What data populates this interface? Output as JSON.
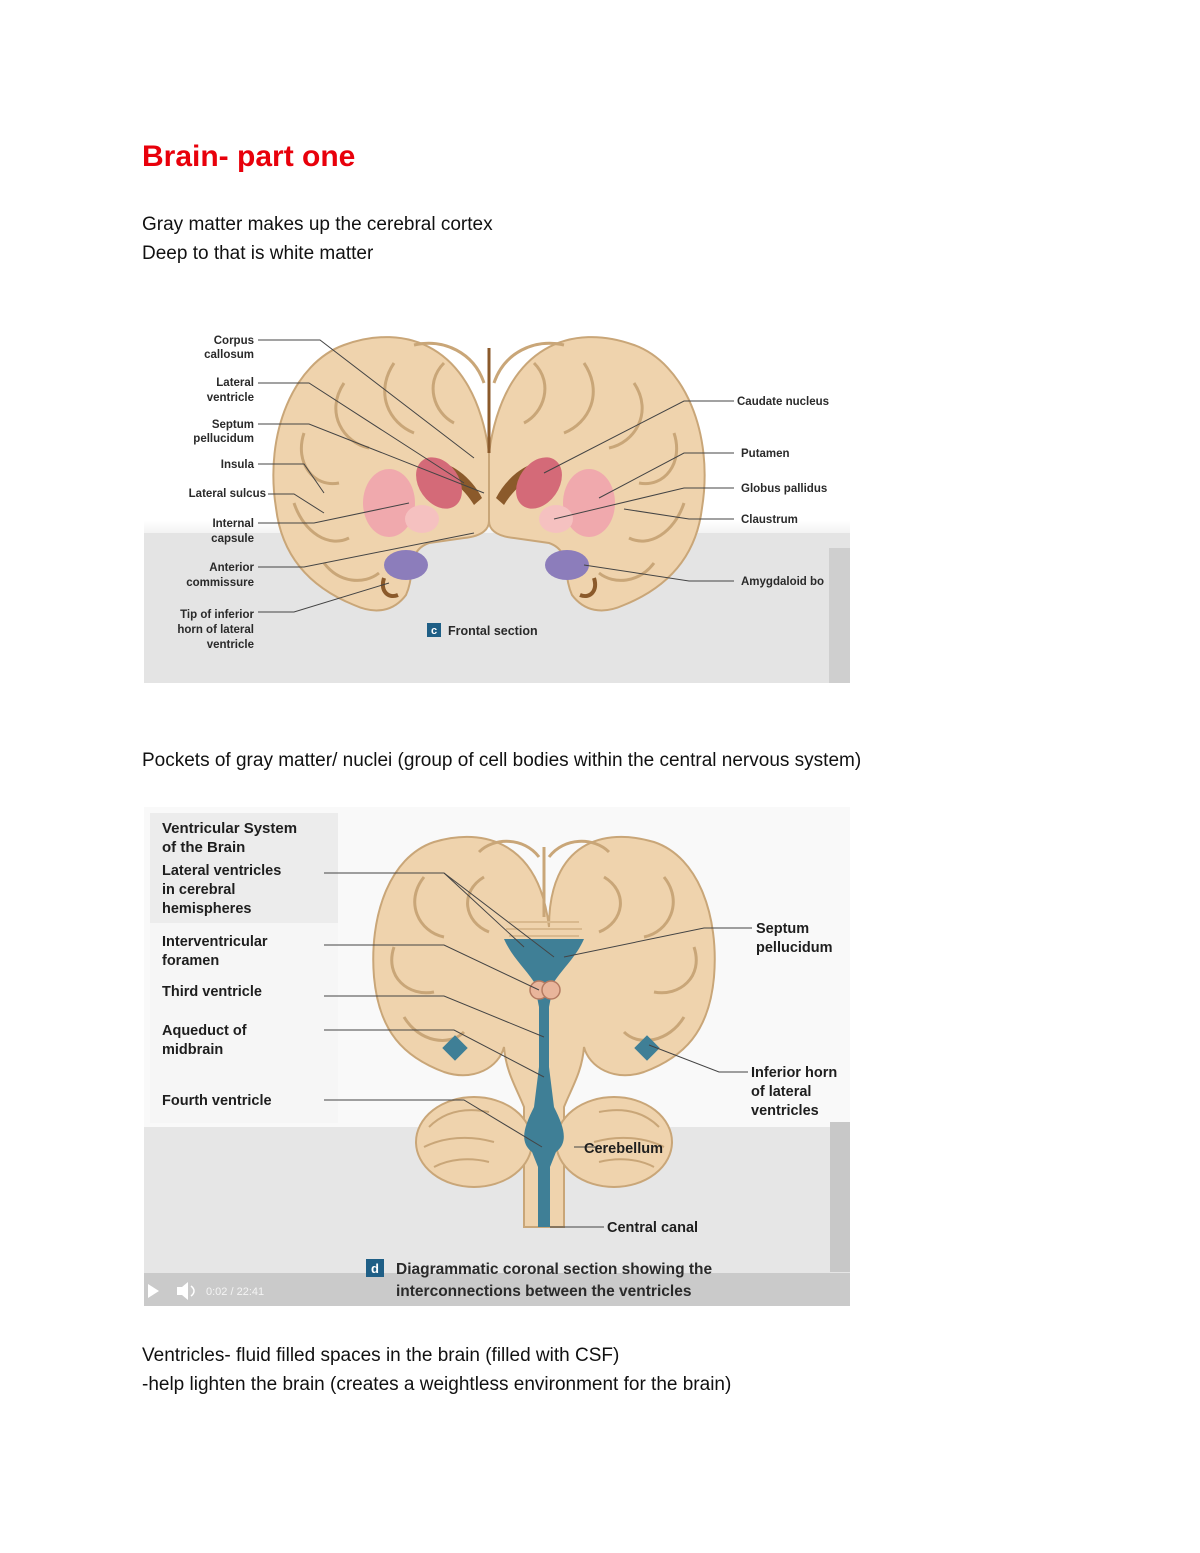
{
  "title": "Brain- part one",
  "paragraphs": {
    "p1_line1": "Gray matter makes up the cerebral cortex",
    "p1_line2": "Deep to that is white matter",
    "p2": "Pockets of gray matter/ nuclei (group of cell bodies within the central nervous system)",
    "p3_line1": "Ventricles- fluid filled spaces in the brain (filled with CSF)",
    "p3_line2": "-help lighten the brain (creates a weightless environment for the brain)"
  },
  "figure1": {
    "caption_letter": "c",
    "caption": "Frontal section",
    "labels_left": {
      "corpus_1": "Corpus",
      "corpus_2": "callosum",
      "lv_1": "Lateral",
      "lv_2": "ventricle",
      "septum_1": "Septum",
      "septum_2": "pellucidum",
      "insula": "Insula",
      "sulcus": "Lateral sulcus",
      "ic_1": "Internal",
      "ic_2": "capsule",
      "ac_1": "Anterior",
      "ac_2": "commissure",
      "tip_1": "Tip of inferior",
      "tip_2": "horn of lateral",
      "tip_3": "ventricle"
    },
    "labels_right": {
      "caudate": "Caudate nucleus",
      "putamen": "Putamen",
      "globus": "Globus pallidus",
      "claustrum": "Claustrum",
      "amygdaloid": "Amygdaloid bo"
    }
  },
  "figure2": {
    "box_title_1": "Ventricular System",
    "box_title_2": "of the Brain",
    "labels_left": {
      "lv_1": "Lateral ventricles",
      "lv_2": "in cerebral",
      "lv_3": "hemispheres",
      "if_1": "Interventricular",
      "if_2": "foramen",
      "third": "Third ventricle",
      "aq_1": "Aqueduct of",
      "aq_2": "midbrain",
      "fourth": "Fourth ventricle"
    },
    "labels_right": {
      "septum_1": "Septum",
      "septum_2": "pellucidum",
      "ih_1": "Inferior horn",
      "ih_2": "of lateral",
      "ih_3": "ventricles",
      "cerebellum": "Cerebellum",
      "central_canal": "Central canal"
    },
    "caption_letter": "d",
    "caption_1": "Diagrammatic coronal section showing the",
    "caption_2": "interconnections between the ventricles",
    "player": {
      "time": "0:02 / 22:41",
      "play_icon": "play-icon",
      "volume_icon": "volume-icon"
    }
  },
  "colors": {
    "title": "#e8000b",
    "tissue": "#efd3ad",
    "ventricle": "#3f7f96",
    "caption_badge": "#1f5f86"
  }
}
